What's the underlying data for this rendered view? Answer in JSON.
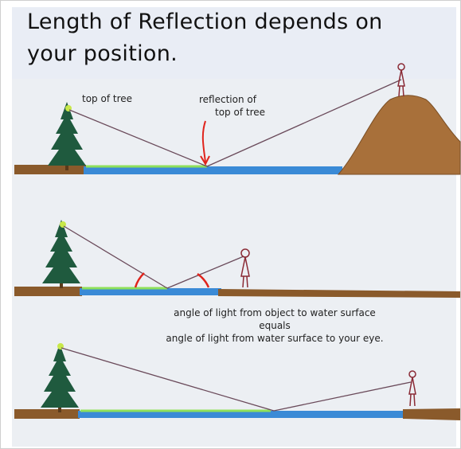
{
  "title": {
    "line1": "Length of Reflection depends on",
    "line2": "your position."
  },
  "labels": {
    "top_of_tree": "top of tree",
    "reflection_line1": "reflection of",
    "reflection_line2": "top of tree"
  },
  "caption": {
    "line1": "angle of light from object to water surface",
    "line2": "equals",
    "line3": "angle of light from water surface to your eye."
  },
  "colors": {
    "water": "#3a8ad6",
    "water_edge": "#8fe05a",
    "ground": "#8a5a2b",
    "hill": "#a8703a",
    "tree": "#1f5a3e",
    "light_ray": "#6a4a5a",
    "arrow": "#e0241c",
    "angle_arc": "#e0241c",
    "person": "#8a2a35"
  }
}
